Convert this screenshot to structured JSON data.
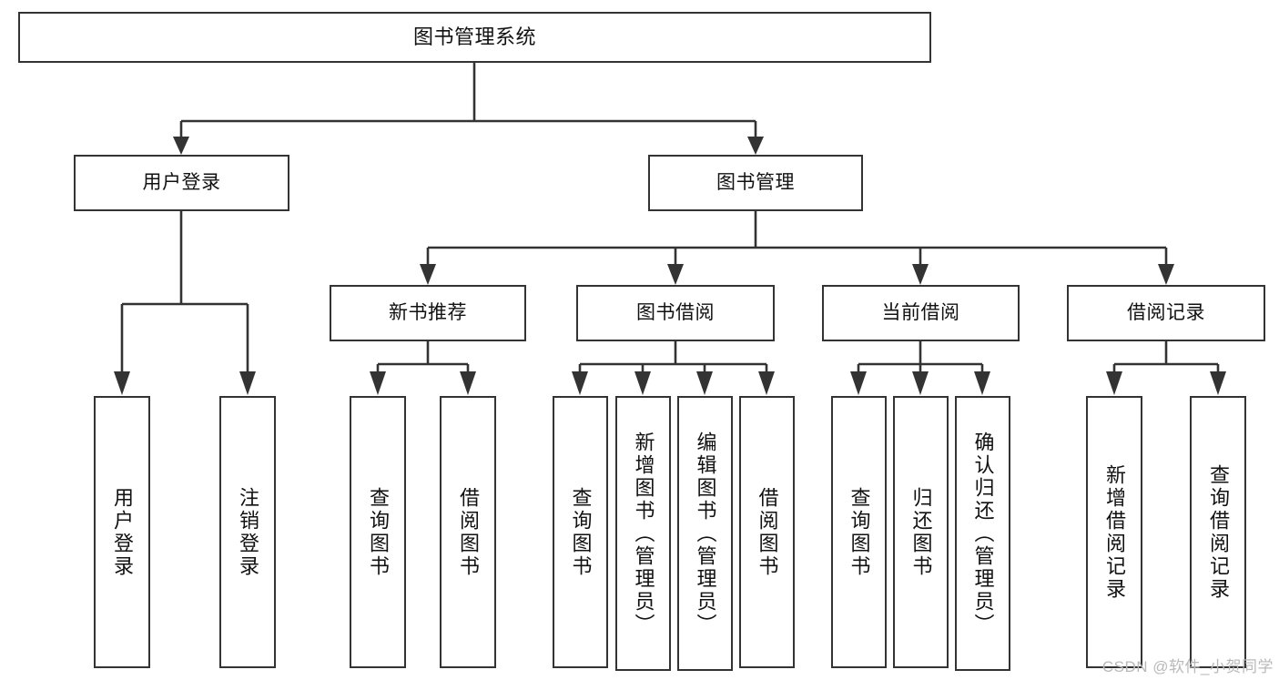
{
  "diagram": {
    "title": "图书管理系统",
    "type": "tree-structure-chart",
    "background_color": "#ffffff",
    "line_color": "#333333",
    "text_color": "#111111",
    "watermark": "CSDN @软件_小贺同学"
  },
  "nodes": {
    "root": {
      "label": "图书管理系统"
    },
    "level2": [
      {
        "label": "用户登录"
      },
      {
        "label": "图书管理"
      }
    ],
    "level3": [
      {
        "label": "新书推荐"
      },
      {
        "label": "图书借阅"
      },
      {
        "label": "当前借阅"
      },
      {
        "label": "借阅记录"
      }
    ],
    "leaves": {
      "user_login": [
        {
          "label": "用户登录"
        },
        {
          "label": "注销登录"
        }
      ],
      "new_book_recommend": [
        {
          "label": "查询图书"
        },
        {
          "label": "借阅图书"
        }
      ],
      "book_borrow": [
        {
          "label": "查询图书"
        },
        {
          "label": "新增图书（管理员）"
        },
        {
          "label": "编辑图书（管理员）"
        },
        {
          "label": "借阅图书"
        }
      ],
      "current_borrow": [
        {
          "label": "查询图书"
        },
        {
          "label": "归还图书"
        },
        {
          "label": "确认归还（管理员）"
        }
      ],
      "borrow_record": [
        {
          "label": "新增借阅记录"
        },
        {
          "label": "查询借阅记录"
        }
      ]
    }
  }
}
